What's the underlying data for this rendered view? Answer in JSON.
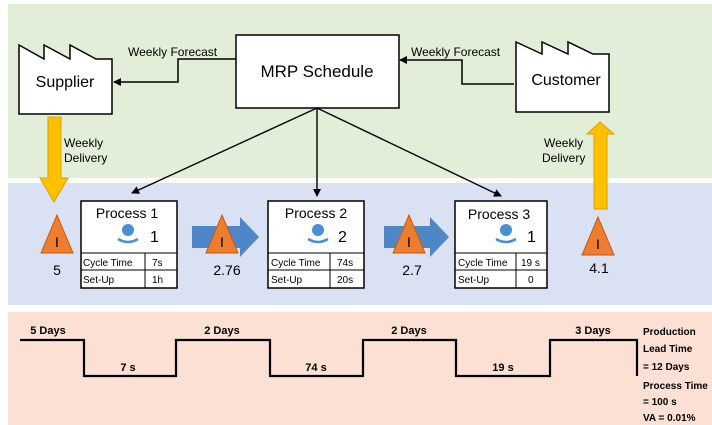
{
  "info_flow": {
    "supplier": "Supplier",
    "customer": "Customer",
    "mrp": "MRP Schedule",
    "forecast_left": "Weekly Forecast",
    "forecast_right": "Weekly Forecast",
    "delivery_in": [
      "Weekly",
      "Delivery"
    ],
    "delivery_out": [
      "Weekly",
      "Delivery"
    ]
  },
  "processes": [
    {
      "name": "Process 1",
      "operators": "1",
      "cycle_label": "Cycle Time",
      "cycle_value": "7s",
      "setup_label": "Set-Up",
      "setup_value": "1h"
    },
    {
      "name": "Process 2",
      "operators": "2",
      "cycle_label": "Cycle Time",
      "cycle_value": "74s",
      "setup_label": "Set-Up",
      "setup_value": "20s"
    },
    {
      "name": "Process 3",
      "operators": "1",
      "cycle_label": "Cycle Time",
      "cycle_value": "19 s",
      "setup_label": "Set-Up",
      "setup_value": "0"
    }
  ],
  "inventory": [
    {
      "symbol": "I",
      "value": "5"
    },
    {
      "symbol": "I",
      "value": "2.76"
    },
    {
      "symbol": "I",
      "value": "2.7"
    },
    {
      "symbol": "I",
      "value": "4.1"
    }
  ],
  "timeline": {
    "wait_times": [
      "5 Days",
      "2 Days",
      "2 Days",
      "3 Days"
    ],
    "process_times": [
      "7 s",
      "74 s",
      "19 s"
    ],
    "summary": {
      "production": "Production",
      "lead_time_label": "Lead Time",
      "lead_time_value": "= 12 Days",
      "process_time_label": "Process Time",
      "process_time_value": "= 100 s",
      "va": "VA = 0.01%"
    }
  },
  "colors": {
    "info_band": "#e2eed7",
    "process_band": "#d9e1f2",
    "timeline_band": "#fbe0d3",
    "inventory_triangle": "#ed7d31",
    "push_arrow": "#4f86c6",
    "delivery_arrow": "#ffc000",
    "operator_icon": "#4a8fd4"
  }
}
